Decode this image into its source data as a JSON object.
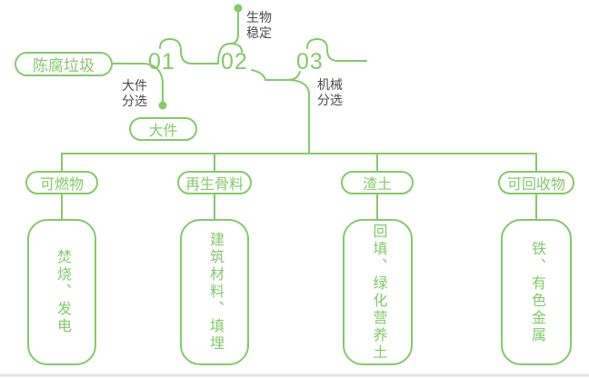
{
  "colors": {
    "green": "#85C96B",
    "dark_text": "#4A4B4D"
  },
  "flow": {
    "source": "陈腐垃圾",
    "steps": [
      {
        "number": "01",
        "label_line1": "大件",
        "label_line2": "分选",
        "output": "大件"
      },
      {
        "number": "02",
        "label_line1": "生物",
        "label_line2": "稳定"
      },
      {
        "number": "03",
        "label_line1": "机械",
        "label_line2": "分选"
      }
    ]
  },
  "branches": [
    {
      "category": "可燃物",
      "result": "焚烧、发电"
    },
    {
      "category": "再生骨料",
      "result": "建筑材料、填埋"
    },
    {
      "category": "渣土",
      "result": "回填、绿化营养土"
    },
    {
      "category": "可回收物",
      "result": "铁、有色金属"
    }
  ]
}
